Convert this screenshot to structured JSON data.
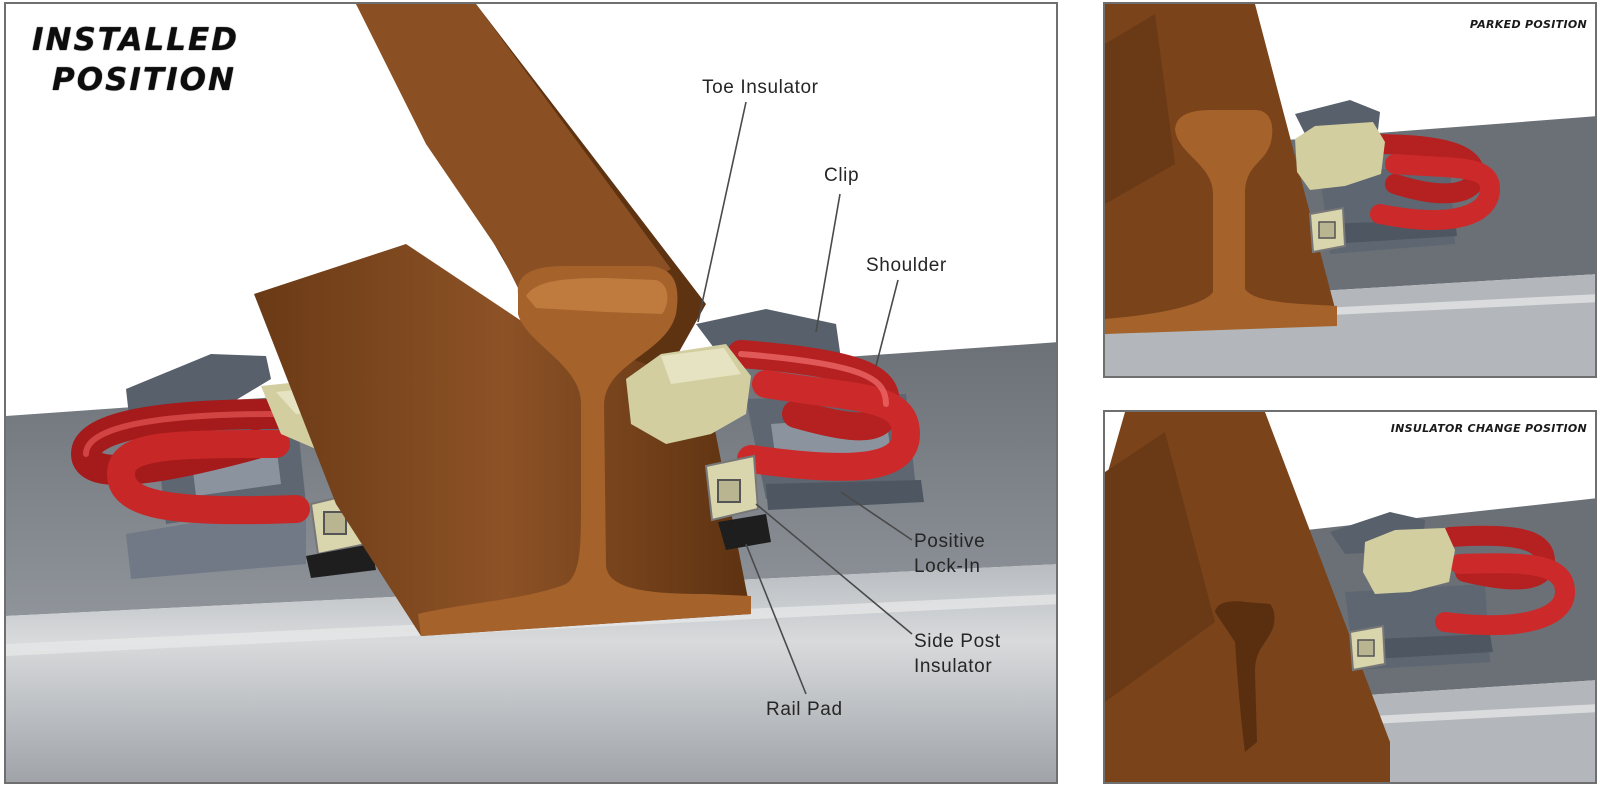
{
  "main": {
    "title_line1": "INSTALLED",
    "title_line2": "POSITION",
    "labels": {
      "toe_insulator": "Toe Insulator",
      "clip": "Clip",
      "shoulder": "Shoulder",
      "positive_lock_in_1": "Positive",
      "positive_lock_in_2": "Lock-In",
      "side_post_insulator_1": "Side Post",
      "side_post_insulator_2": "Insulator",
      "rail_pad": "Rail Pad"
    }
  },
  "parked": {
    "title": "PARKED POSITION"
  },
  "change": {
    "title": "INSULATOR CHANGE POSITION"
  },
  "colors": {
    "rail": "#8a4f22",
    "rail_dark": "#5e3312",
    "rail_light": "#b06a30",
    "clip": "#cc2a2a",
    "insulator": "#d6d2a8",
    "shoulder": "#6b7480",
    "sleeper": "#858a90"
  }
}
